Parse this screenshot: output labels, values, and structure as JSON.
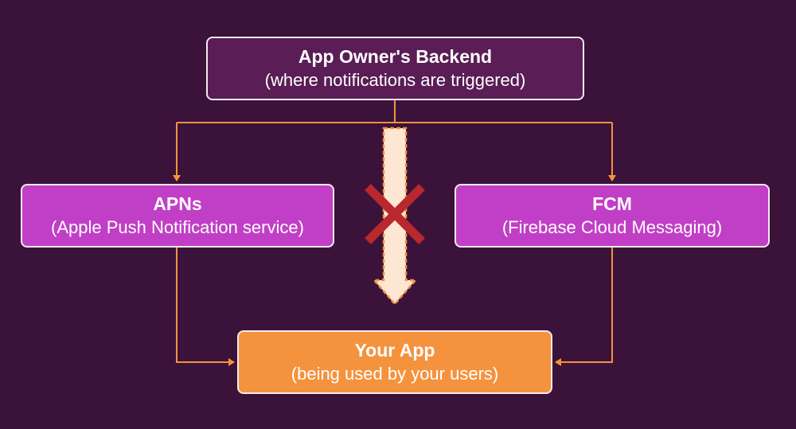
{
  "colors": {
    "background": "#3b1239",
    "backend_box": "#5a1d55",
    "service_box": "#c13fc6",
    "app_box": "#f5923e",
    "connector": "#f5923e",
    "cross": "#b8282c",
    "blocked_arrow_fill": "#fde7d3"
  },
  "nodes": {
    "backend": {
      "title": "App Owner's Backend",
      "subtitle": "(where notifications are triggered)"
    },
    "apns": {
      "title": "APNs",
      "subtitle": "(Apple Push Notification service)"
    },
    "fcm": {
      "title": "FCM",
      "subtitle": "(Firebase Cloud Messaging)"
    },
    "app": {
      "title": "Your App",
      "subtitle": "(being used by your users)"
    }
  },
  "icons": {
    "blocked_path": "cross-icon",
    "direct_arrow": "down-arrow-icon"
  }
}
